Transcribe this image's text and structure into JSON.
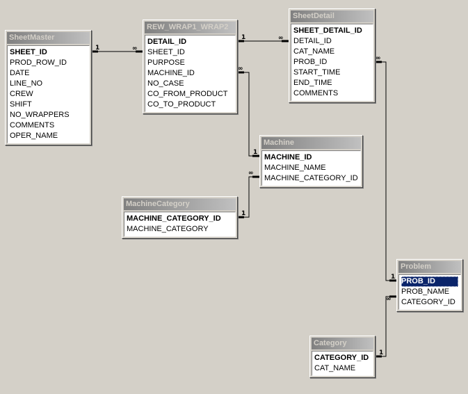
{
  "tables": [
    {
      "name": "SheetMaster",
      "fields": [
        "SHEET_ID",
        "PROD_ROW_ID",
        "DATE",
        "LINE_NO",
        "CREW",
        "SHIFT",
        "NO_WRAPPERS",
        "COMMENTS",
        "OPER_NAME"
      ],
      "pk": [
        0
      ]
    },
    {
      "name": "REW_WRAP1_WRAP2",
      "fields": [
        "DETAIL_ID",
        "SHEET_ID",
        "PURPOSE",
        "MACHINE_ID",
        "NO_CASE",
        "CO_FROM_PRODUCT",
        "CO_TO_PRODUCT"
      ],
      "pk": [
        0
      ]
    },
    {
      "name": "SheetDetail",
      "fields": [
        "SHEET_DETAIL_ID",
        "DETAIL_ID",
        "CAT_NAME",
        "PROB_ID",
        "START_TIME",
        "END_TIME",
        "COMMENTS"
      ],
      "pk": [
        0
      ]
    },
    {
      "name": "Machine",
      "fields": [
        "MACHINE_ID",
        "MACHINE_NAME",
        "MACHINE_CATEGORY_ID"
      ],
      "pk": [
        0
      ]
    },
    {
      "name": "MachineCategory",
      "fields": [
        "MACHINE_CATEGORY_ID",
        "MACHINE_CATEGORY"
      ],
      "pk": [
        0
      ]
    },
    {
      "name": "Problem",
      "fields": [
        "PROB_ID",
        "PROB_NAME",
        "CATEGORY_ID"
      ],
      "pk": [
        0
      ],
      "selected": 0
    },
    {
      "name": "Category",
      "fields": [
        "CATEGORY_ID",
        "CAT_NAME"
      ],
      "pk": [
        0
      ]
    }
  ],
  "relationships": [
    {
      "from": "SheetMaster.SHEET_ID",
      "to": "REW_WRAP1_WRAP2.SHEET_ID",
      "one": "1",
      "many": "∞"
    },
    {
      "from": "REW_WRAP1_WRAP2.DETAIL_ID",
      "to": "SheetDetail.DETAIL_ID",
      "one": "1",
      "many": "∞"
    },
    {
      "from": "Machine.MACHINE_ID",
      "to": "REW_WRAP1_WRAP2.MACHINE_ID",
      "one": "1",
      "many": "∞"
    },
    {
      "from": "MachineCategory.MACHINE_CATEGORY_ID",
      "to": "Machine.MACHINE_CATEGORY_ID",
      "one": "1",
      "many": "∞"
    },
    {
      "from": "Problem.PROB_ID",
      "to": "SheetDetail.PROB_ID",
      "one": "1",
      "many": "∞"
    },
    {
      "from": "Category.CATEGORY_ID",
      "to": "Problem.CATEGORY_ID",
      "one": "1",
      "many": "∞"
    }
  ]
}
